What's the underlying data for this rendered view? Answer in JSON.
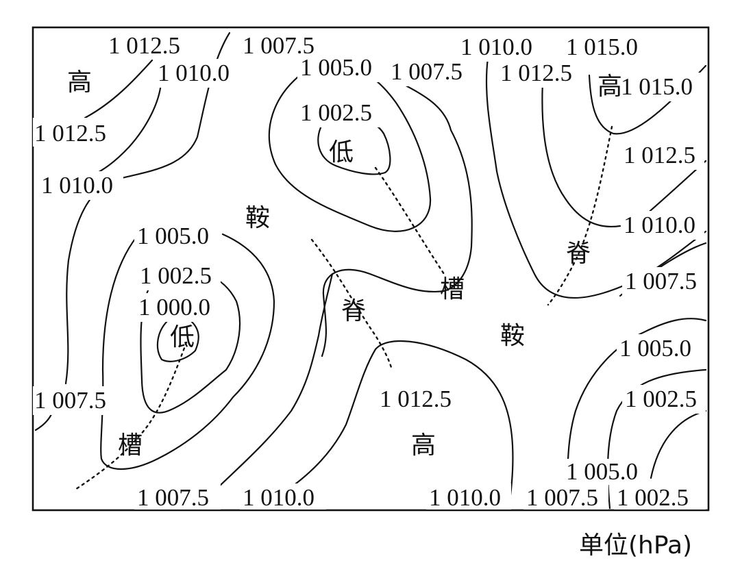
{
  "map": {
    "unit_label": "单位(hPa)",
    "isobar_labels": {
      "tl_1012_5_top": "1 012.5",
      "tl_1007_5_top": "1 007.5",
      "tl_1010_0": "1 010.0",
      "tl_1012_5_left": "1 012.5",
      "tl_1010_0_left": "1 010.0",
      "c_1005_0_top": "1 005.0",
      "c_1007_5_top": "1 007.5",
      "c_1002_5": "1 002.5",
      "tr_1010_0_top": "1 010.0",
      "tr_1015_0_top": "1 015.0",
      "tr_1012_5": "1 012.5",
      "tr_1015_0_right": "1 015.0",
      "r_1012_5": "1 012.5",
      "r_1010_0": "1 010.0",
      "r_1007_5": "1 007.5",
      "r_1005_0": "1 005.0",
      "r_1002_5": "1 002.5",
      "l_1005_0": "1 005.0",
      "l_1002_5": "1 002.5",
      "l_1000_0": "1 000.0",
      "l_1007_5": "1 007.5",
      "b_1007_5_left": "1 007.5",
      "b_1010_0_left": "1 010.0",
      "m_1012_5": "1 012.5",
      "b_1010_0_right": "1 010.0",
      "b_1007_5_right": "1 007.5",
      "b_1005_0": "1 005.0",
      "b_1002_5": "1 002.5"
    },
    "systems": {
      "high_topleft": "高",
      "high_topright": "高",
      "high_bottom": "高",
      "low_center": "低",
      "low_left": "低",
      "saddle_center": "鞍",
      "saddle_right": "鞍",
      "ridge_center": "脊",
      "ridge_right": "脊",
      "trough_center": "槽",
      "trough_left": "槽"
    }
  }
}
